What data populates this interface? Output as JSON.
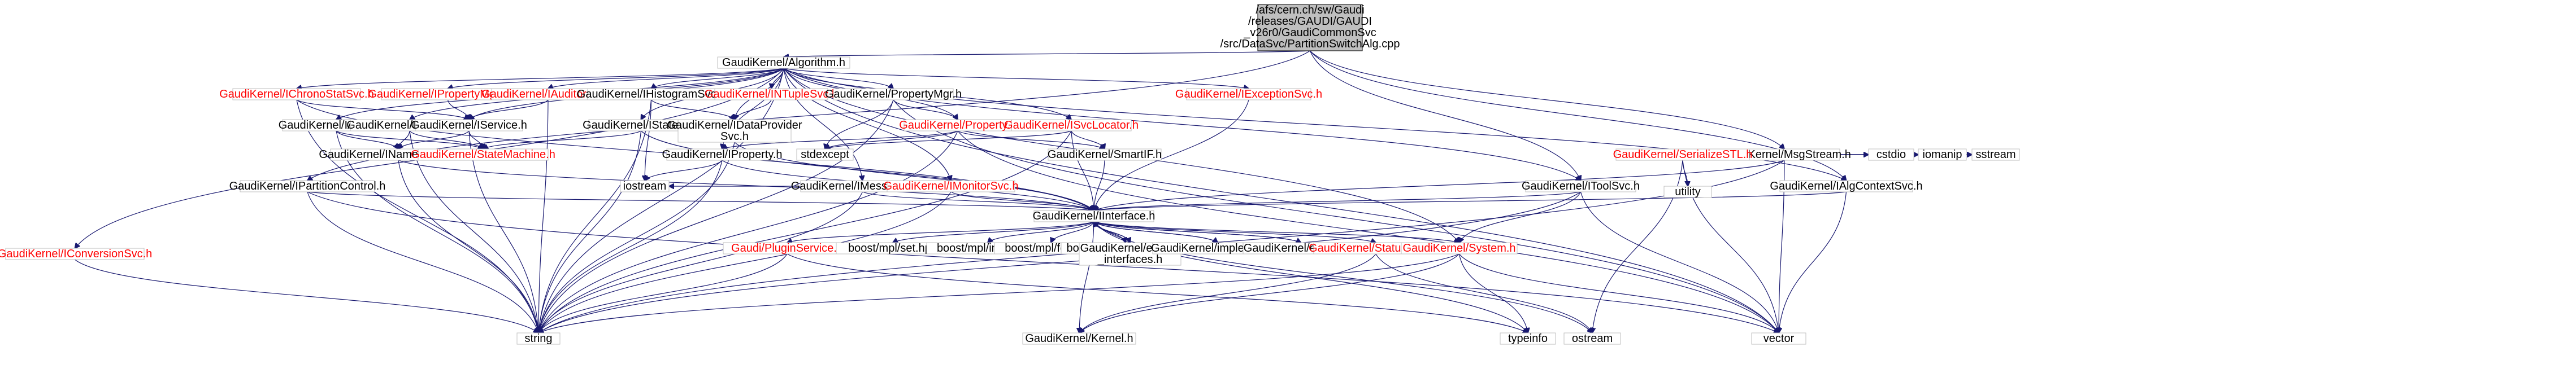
{
  "colors": {
    "edge": "#191970",
    "root_fill": "#bfbfbf",
    "text_default": "#000000",
    "text_linked": "#ff0000",
    "border": "#bfbfbf"
  },
  "nodes": [
    {
      "id": "root",
      "lines": [
        "/afs/cern.ch/sw/Gaudi",
        "/releases/GAUDI/GAUDI",
        "_v26r0/GaudiCommonSvc",
        "/src/DataSvc/PartitionSwitchAlg.cpp"
      ],
      "style": "root"
    },
    {
      "id": "algorithm",
      "lines": [
        "GaudiKernel/Algorithm.h"
      ],
      "style": "default"
    },
    {
      "id": "msgstream",
      "lines": [
        "GaudiKernel/MsgStream.h"
      ],
      "style": "default"
    },
    {
      "id": "ipartitioncontrol",
      "lines": [
        "GaudiKernel/IPartitionControl.h"
      ],
      "style": "default"
    },
    {
      "id": "itoolsvc",
      "lines": [
        "GaudiKernel/IToolSvc.h"
      ],
      "style": "default"
    },
    {
      "id": "ialgcontextsvc",
      "lines": [
        "GaudiKernel/IAlgContextSvc.h"
      ],
      "style": "default"
    },
    {
      "id": "iconversionsvc",
      "lines": [
        "GaudiKernel/IConversionSvc.h"
      ],
      "style": "linked"
    },
    {
      "id": "ichronostatsvc",
      "lines": [
        "GaudiKernel/IChronoStatSvc.h"
      ],
      "style": "linked"
    },
    {
      "id": "ipropmgrsvc",
      "lines": [
        "GaudiKernel/IPropertyMgrSvc.h"
      ],
      "style": "linked"
    },
    {
      "id": "iauditorsvc",
      "lines": [
        "GaudiKernel/IAuditorSvc.h"
      ],
      "style": "linked"
    },
    {
      "id": "ihistogramsvc",
      "lines": [
        "GaudiKernel/IHistogramSvc.h"
      ],
      "style": "default"
    },
    {
      "id": "intuplesvc",
      "lines": [
        "GaudiKernel/INTupleSvc.h"
      ],
      "style": "linked"
    },
    {
      "id": "propertymgr",
      "lines": [
        "GaudiKernel/PropertyMgr.h"
      ],
      "style": "default"
    },
    {
      "id": "iexceptionsvc",
      "lines": [
        "GaudiKernel/IExceptionSvc.h"
      ],
      "style": "linked"
    },
    {
      "id": "ialgtool",
      "lines": [
        "GaudiKernel/IAlgTool.h"
      ],
      "style": "default"
    },
    {
      "id": "ialgorithm",
      "lines": [
        "GaudiKernel/IAlgorithm.h"
      ],
      "style": "default"
    },
    {
      "id": "iservice",
      "lines": [
        "GaudiKernel/IService.h"
      ],
      "style": "default"
    },
    {
      "id": "istatefull",
      "lines": [
        "GaudiKernel/IStateful.h"
      ],
      "style": "default"
    },
    {
      "id": "idataprovidersvc",
      "lines": [
        "GaudiKernel/IDataProvider",
        "Svc.h"
      ],
      "style": "default"
    },
    {
      "id": "property",
      "lines": [
        "GaudiKernel/Property.h"
      ],
      "style": "linked"
    },
    {
      "id": "isvclocator",
      "lines": [
        "GaudiKernel/ISvcLocator.h"
      ],
      "style": "linked"
    },
    {
      "id": "iproperty",
      "lines": [
        "GaudiKernel/IProperty.h"
      ],
      "style": "default"
    },
    {
      "id": "inamedinterface",
      "lines": [
        "GaudiKernel/INamedInterface.h"
      ],
      "style": "default"
    },
    {
      "id": "statemachine",
      "lines": [
        "GaudiKernel/StateMachine.h"
      ],
      "style": "linked"
    },
    {
      "id": "stdexcept",
      "lines": [
        "stdexcept"
      ],
      "style": "default"
    },
    {
      "id": "imessagesvc",
      "lines": [
        "GaudiKernel/IMessageSvc.h"
      ],
      "style": "default"
    },
    {
      "id": "imonitorsvc",
      "lines": [
        "GaudiKernel/IMonitorSvc.h"
      ],
      "style": "linked"
    },
    {
      "id": "smartif",
      "lines": [
        "GaudiKernel/SmartIF.h"
      ],
      "style": "default"
    },
    {
      "id": "serializestl",
      "lines": [
        "GaudiKernel/SerializeSTL.h"
      ],
      "style": "linked"
    },
    {
      "id": "cstdio",
      "lines": [
        "cstdio"
      ],
      "style": "default"
    },
    {
      "id": "iomanip",
      "lines": [
        "iomanip"
      ],
      "style": "default"
    },
    {
      "id": "sstream",
      "lines": [
        "sstream"
      ],
      "style": "default"
    },
    {
      "id": "utility",
      "lines": [
        "utility"
      ],
      "style": "default"
    },
    {
      "id": "iostream",
      "lines": [
        "iostream"
      ],
      "style": "default"
    },
    {
      "id": "iinterface",
      "lines": [
        "GaudiKernel/IInterface.h"
      ],
      "style": "default"
    },
    {
      "id": "ipluginservice",
      "lines": [
        "Gaudi/PluginService.h"
      ],
      "style": "linked"
    },
    {
      "id": "mpl_set",
      "lines": [
        "boost/mpl/set.hpp"
      ],
      "style": "default"
    },
    {
      "id": "mpl_insert",
      "lines": [
        "boost/mpl/insert.hpp"
      ],
      "style": "default"
    },
    {
      "id": "mpl_fold",
      "lines": [
        "boost/mpl/fold.hpp"
      ],
      "style": "default"
    },
    {
      "id": "mpl_foreach",
      "lines": [
        "boost/mpl/for_each.hpp"
      ],
      "style": "default"
    },
    {
      "id": "extend_interfaces",
      "lines": [
        "GaudiKernel/extend",
        "_interfaces.h"
      ],
      "style": "default"
    },
    {
      "id": "implements",
      "lines": [
        "GaudiKernel/implements.h"
      ],
      "style": "default"
    },
    {
      "id": "extends",
      "lines": [
        "GaudiKernel/extends.h"
      ],
      "style": "default"
    },
    {
      "id": "statuscode",
      "lines": [
        "GaudiKernel/StatusCode.h"
      ],
      "style": "linked"
    },
    {
      "id": "system",
      "lines": [
        "GaudiKernel/System.h"
      ],
      "style": "linked"
    },
    {
      "id": "string",
      "lines": [
        "string"
      ],
      "style": "default"
    },
    {
      "id": "kernel",
      "lines": [
        "GaudiKernel/Kernel.h"
      ],
      "style": "default"
    },
    {
      "id": "typeinfo",
      "lines": [
        "typeinfo"
      ],
      "style": "default"
    },
    {
      "id": "ostream",
      "lines": [
        "ostream"
      ],
      "style": "default"
    },
    {
      "id": "vector",
      "lines": [
        "vector"
      ],
      "style": "default"
    }
  ],
  "edges": [
    [
      "root",
      "algorithm"
    ],
    [
      "root",
      "msgstream"
    ],
    [
      "root",
      "ipartitioncontrol"
    ],
    [
      "root",
      "itoolsvc"
    ],
    [
      "root",
      "ialgcontextsvc"
    ],
    [
      "algorithm",
      "iconversionsvc"
    ],
    [
      "algorithm",
      "ichronostatsvc"
    ],
    [
      "algorithm",
      "ipropmgrsvc"
    ],
    [
      "algorithm",
      "iauditorsvc"
    ],
    [
      "algorithm",
      "ihistogramsvc"
    ],
    [
      "algorithm",
      "intuplesvc"
    ],
    [
      "algorithm",
      "propertymgr"
    ],
    [
      "algorithm",
      "iexceptionsvc"
    ],
    [
      "algorithm",
      "ialgtool"
    ],
    [
      "algorithm",
      "ialgorithm"
    ],
    [
      "algorithm",
      "iservice"
    ],
    [
      "algorithm",
      "istatefull"
    ],
    [
      "algorithm",
      "idataprovidersvc"
    ],
    [
      "algorithm",
      "property"
    ],
    [
      "algorithm",
      "isvclocator"
    ],
    [
      "algorithm",
      "iproperty"
    ],
    [
      "algorithm",
      "imessagesvc"
    ],
    [
      "algorithm",
      "imonitorsvc"
    ],
    [
      "algorithm",
      "string"
    ],
    [
      "algorithm",
      "vector"
    ],
    [
      "algorithm",
      "system"
    ],
    [
      "algorithm",
      "ialgcontextsvc"
    ],
    [
      "algorithm",
      "itoolsvc"
    ],
    [
      "ichronostatsvc",
      "iservice"
    ],
    [
      "ichronostatsvc",
      "string"
    ],
    [
      "ichronostatsvc",
      "iinterface"
    ],
    [
      "ipropmgrsvc",
      "iservice"
    ],
    [
      "iauditorsvc",
      "iservice"
    ],
    [
      "iauditorsvc",
      "string"
    ],
    [
      "ihistogramsvc",
      "idataprovidersvc"
    ],
    [
      "ihistogramsvc",
      "iostream"
    ],
    [
      "ihistogramsvc",
      "string"
    ],
    [
      "intuplesvc",
      "idataprovidersvc"
    ],
    [
      "propertymgr",
      "property"
    ],
    [
      "propertymgr",
      "string"
    ],
    [
      "propertymgr",
      "vector"
    ],
    [
      "propertymgr",
      "stdexcept"
    ],
    [
      "iexceptionsvc",
      "iinterface"
    ],
    [
      "ialgtool",
      "inamedinterface"
    ],
    [
      "ialgtool",
      "statemachine"
    ],
    [
      "ialgtool",
      "string"
    ],
    [
      "ialgorithm",
      "inamedinterface"
    ],
    [
      "ialgorithm",
      "statemachine"
    ],
    [
      "ialgorithm",
      "string"
    ],
    [
      "iservice",
      "inamedinterface"
    ],
    [
      "iservice",
      "statemachine"
    ],
    [
      "iservice",
      "string"
    ],
    [
      "istatefull",
      "iinterface"
    ],
    [
      "istatefull",
      "statemachine"
    ],
    [
      "istatefull",
      "string"
    ],
    [
      "idataprovidersvc",
      "iinterface"
    ],
    [
      "idataprovidersvc",
      "string"
    ],
    [
      "property",
      "smartif"
    ],
    [
      "property",
      "iproperty"
    ],
    [
      "property",
      "stdexcept"
    ],
    [
      "property",
      "string"
    ],
    [
      "property",
      "vector"
    ],
    [
      "isvclocator",
      "smartif"
    ],
    [
      "isvclocator",
      "iinterface"
    ],
    [
      "isvclocator",
      "string"
    ],
    [
      "isvclocator",
      "stdexcept"
    ],
    [
      "iproperty",
      "iinterface"
    ],
    [
      "iproperty",
      "iostream"
    ],
    [
      "iproperty",
      "string"
    ],
    [
      "inamedinterface",
      "iinterface"
    ],
    [
      "inamedinterface",
      "string"
    ],
    [
      "imessagesvc",
      "iinterface"
    ],
    [
      "imessagesvc",
      "string"
    ],
    [
      "imessagesvc",
      "iostream"
    ],
    [
      "imonitorsvc",
      "iinterface"
    ],
    [
      "imonitorsvc",
      "string"
    ],
    [
      "smartif",
      "iinterface"
    ],
    [
      "msgstream",
      "iinterface"
    ],
    [
      "msgstream",
      "serializestl"
    ],
    [
      "msgstream",
      "cstdio"
    ],
    [
      "msgstream",
      "iomanip"
    ],
    [
      "msgstream",
      "sstream"
    ],
    [
      "msgstream",
      "string"
    ],
    [
      "msgstream",
      "vector"
    ],
    [
      "serializestl",
      "utility"
    ],
    [
      "serializestl",
      "ostream"
    ],
    [
      "serializestl",
      "vector"
    ],
    [
      "ipartitioncontrol",
      "iinterface"
    ],
    [
      "ipartitioncontrol",
      "string"
    ],
    [
      "ipartitioncontrol",
      "vector"
    ],
    [
      "itoolsvc",
      "iinterface"
    ],
    [
      "itoolsvc",
      "system"
    ],
    [
      "itoolsvc",
      "string"
    ],
    [
      "itoolsvc",
      "vector"
    ],
    [
      "ialgcontextsvc",
      "iinterface"
    ],
    [
      "ialgcontextsvc",
      "vector"
    ],
    [
      "iconversionsvc",
      "string"
    ],
    [
      "iinterface",
      "ipluginservice"
    ],
    [
      "iinterface",
      "mpl_set"
    ],
    [
      "iinterface",
      "mpl_insert"
    ],
    [
      "iinterface",
      "mpl_fold"
    ],
    [
      "iinterface",
      "mpl_foreach"
    ],
    [
      "iinterface",
      "extend_interfaces"
    ],
    [
      "iinterface",
      "implements"
    ],
    [
      "iinterface",
      "extends"
    ],
    [
      "iinterface",
      "statuscode"
    ],
    [
      "iinterface",
      "system"
    ],
    [
      "iinterface",
      "kernel"
    ],
    [
      "iinterface",
      "typeinfo"
    ],
    [
      "iinterface",
      "ostream"
    ],
    [
      "extend_interfaces",
      "iinterface"
    ],
    [
      "implements",
      "iinterface"
    ],
    [
      "extends",
      "iinterface"
    ],
    [
      "ipluginservice",
      "string"
    ],
    [
      "ipluginservice",
      "typeinfo"
    ],
    [
      "statuscode",
      "kernel"
    ],
    [
      "statuscode",
      "ostream"
    ],
    [
      "system",
      "kernel"
    ],
    [
      "system",
      "string"
    ],
    [
      "system",
      "vector"
    ],
    [
      "system",
      "typeinfo"
    ]
  ]
}
